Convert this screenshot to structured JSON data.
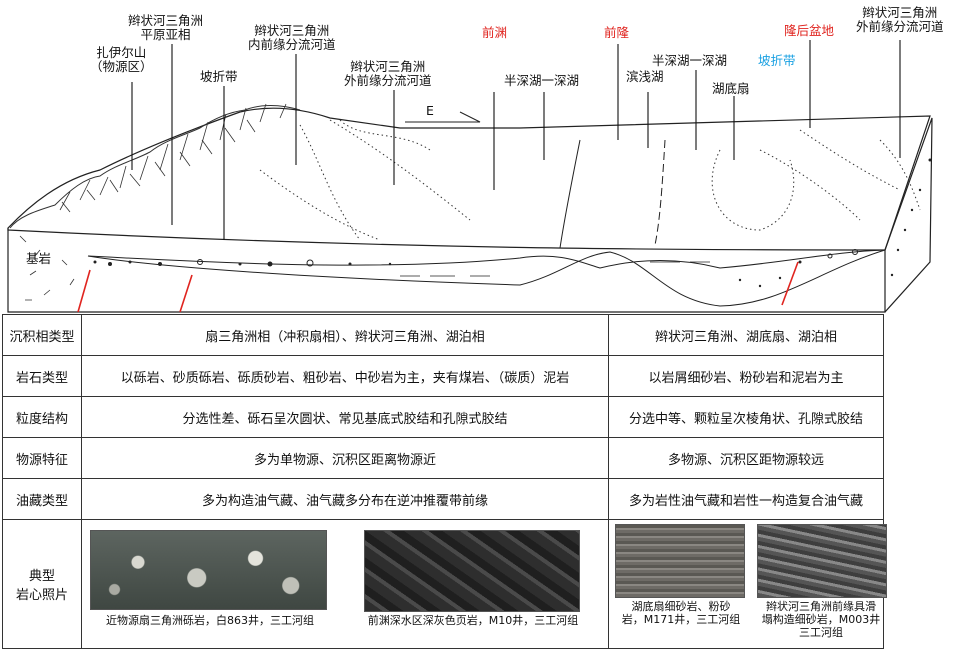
{
  "diagram": {
    "labels": {
      "source": "扎伊尔山\n（物源区）",
      "plain": "辫状河三角洲\n平原亚相",
      "slope_break_1": "坡折带",
      "inner_channel": "辫状河三角洲\n内前缘分流河道",
      "outer_channel_1": "辫状河三角洲\n外前缘分流河道",
      "front_depression": "前渊",
      "semi_deep_1": "半深湖一深湖",
      "front_uplift": "前隆",
      "shore_lake": "滨浅湖",
      "semi_deep_2": "半深湖一深湖",
      "slope_break_2": "坡折带",
      "lake_fan": "湖底扇",
      "back_basin": "隆后盆地",
      "outer_channel_2": "辫状河三角洲\n外前缘分流河道",
      "bedrock": "基岩",
      "east": "E"
    },
    "colors": {
      "red": "#e0241f",
      "blue": "#1ba1e2"
    }
  },
  "table": {
    "rows": [
      {
        "head": "沉积相类型",
        "left": "扇三角洲相（冲积扇相）、辫状河三角洲、湖泊相",
        "right": "辫状河三角洲、湖底扇、湖泊相"
      },
      {
        "head": "岩石类型",
        "left": "以砾岩、砂质砾岩、砾质砂岩、粗砂岩、中砂岩为主，夹有煤岩、（碳质）泥岩",
        "right": "以岩屑细砂岩、粉砂岩和泥岩为主"
      },
      {
        "head": "粒度结构",
        "left": "分选性差、砾石呈次圆状、常见基底式胶结和孔隙式胶结",
        "right": "分选中等、颗粒呈次棱角状、孔隙式胶结"
      },
      {
        "head": "物源特征",
        "left": "多为单物源、沉积区距离物源近",
        "right": "多物源、沉积区距物源较远"
      },
      {
        "head": "油藏类型",
        "left": "多为构造油气藏、油气藏多分布在逆冲推覆带前缘",
        "right": "多为岩性油气藏和岩性一构造复合油气藏"
      }
    ],
    "photo_head": "典型\n岩心照片",
    "captions": [
      "近物源扇三角洲砾岩，白863井，三工河组",
      "前渊深水区深灰色页岩，M10井，三工河组",
      "湖底扇细砂岩、粉砂\n岩，M171井，三工河组",
      "辫状河三角洲前缘具滑\n塌构造细砂岩，M003井\n三工河组"
    ]
  }
}
